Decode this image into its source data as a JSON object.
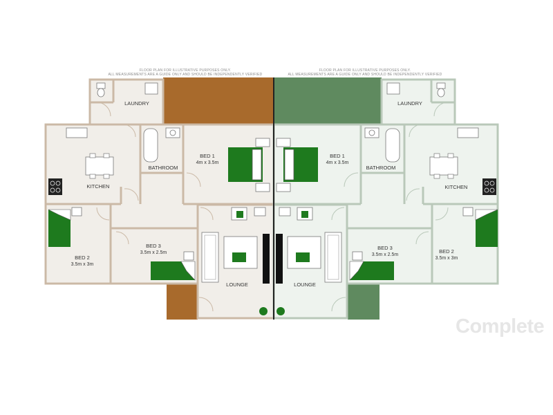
{
  "disclaimer": {
    "line1": "FLOOR PLAN FOR ILLUSTRATIVE PURPOSES ONLY.",
    "line2": "ALL MEASUREMENTS ARE A GUIDE ONLY AND SHOULD BE INDEPENDENTLY VERIFIED"
  },
  "units": {
    "left": {
      "laundry": "LAUNDRY",
      "kitchen": "KITCHEN",
      "bathroom": "BATHROOM",
      "bed1": {
        "name": "BED 1",
        "dims": "4m x 3.5m"
      },
      "bed2": {
        "name": "BED 2",
        "dims": "3.5m x 3m"
      },
      "bed3": {
        "name": "BED 3",
        "dims": "3.5m x 2.5m"
      },
      "lounge": "LOUNGE"
    },
    "right": {
      "laundry": "LAUNDRY",
      "kitchen": "KITCHEN",
      "bathroom": "BATHROOM",
      "bed1": {
        "name": "BED 1",
        "dims": "4m x 3.5m"
      },
      "bed2": {
        "name": "BED 2",
        "dims": "3.5m x 3m"
      },
      "bed3": {
        "name": "BED 3",
        "dims": "3.5m x 2.5m"
      },
      "lounge": "LOUNGE"
    }
  },
  "logo": "Complete",
  "colors": {
    "left_outdoor": "#a86a2c",
    "right_outdoor": "#5f8a5f",
    "left_floor": "#f1eee9",
    "right_floor": "#eef3ee",
    "wall_left": "#cbb9a6",
    "wall_right": "#b9c8b9",
    "bedding": "#1e7a1e"
  }
}
